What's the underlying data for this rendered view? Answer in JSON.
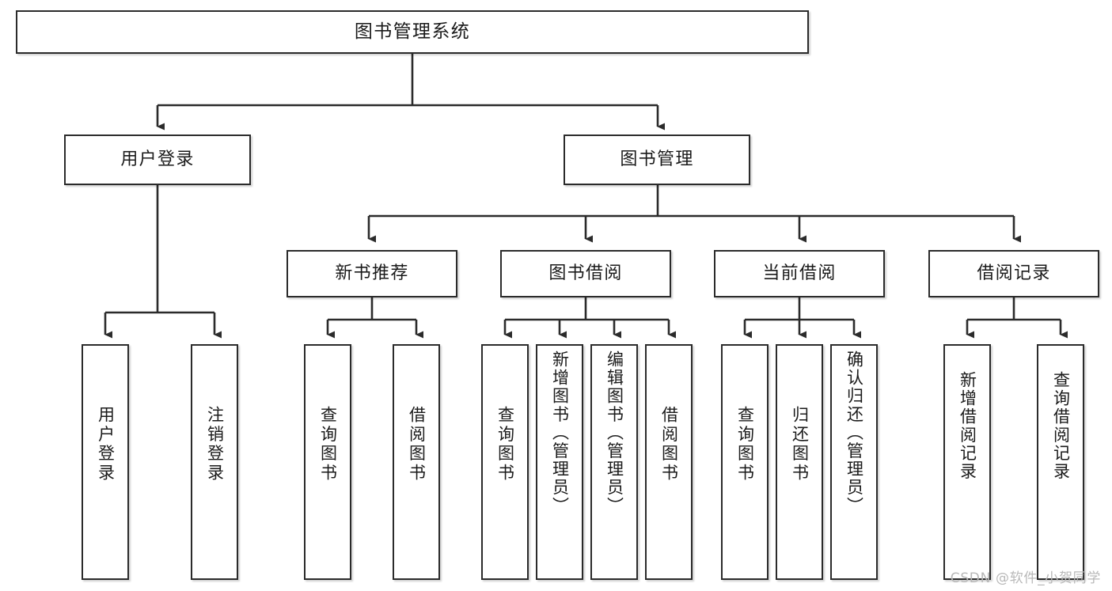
{
  "diagram": {
    "type": "tree-hierarchy-chart",
    "title": "图书管理系统",
    "watermark": "CSDN @软件_小贺同学",
    "colors": {
      "box_border": "#2b2b2b",
      "box_fill": "#ffffff",
      "connector": "#2b2b2b",
      "text": "#1a1a1a",
      "watermark": "#b8b8b8"
    },
    "levels": {
      "root": {
        "label": "图书管理系统"
      },
      "level2": [
        {
          "label": "用户登录"
        },
        {
          "label": "图书管理"
        }
      ],
      "level3": [
        {
          "label": "新书推荐"
        },
        {
          "label": "图书借阅"
        },
        {
          "label": "当前借阅"
        },
        {
          "label": "借阅记录"
        }
      ],
      "leaves": {
        "user_login": [
          {
            "label": "用户登录"
          },
          {
            "label": "注销登录"
          }
        ],
        "new_book_recommend": [
          {
            "label": "查询图书"
          },
          {
            "label": "借阅图书"
          }
        ],
        "book_borrow": [
          {
            "label": "查询图书"
          },
          {
            "label": "新增图书（管理员）"
          },
          {
            "label": "编辑图书（管理员）"
          },
          {
            "label": "借阅图书"
          }
        ],
        "current_borrow": [
          {
            "label": "查询图书"
          },
          {
            "label": "归还图书"
          },
          {
            "label": "确认归还（管理员）"
          }
        ],
        "borrow_record": [
          {
            "label": "新增借阅记录"
          },
          {
            "label": "查询借阅记录"
          }
        ]
      }
    }
  }
}
